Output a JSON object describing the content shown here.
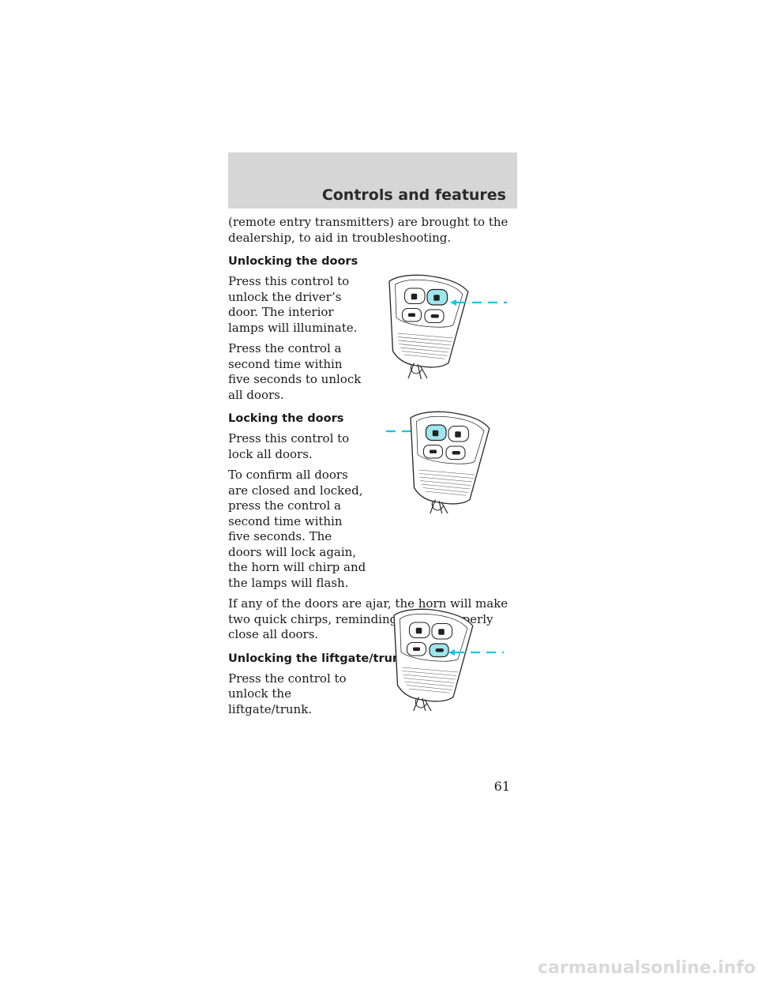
{
  "header": {
    "title": "Controls and features"
  },
  "intro": "(remote entry transmitters) are brought to the dealership, to aid in troubleshooting.",
  "sections": [
    {
      "heading": "Unlocking the doors",
      "paragraphs": [
        "Press this control to unlock the driver’s door. The interior lamps will illuminate.",
        "Press the control a second time within five seconds to unlock all doors."
      ]
    },
    {
      "heading": "Locking the doors",
      "paragraphs": [
        "Press this control to lock all doors.",
        "To confirm all doors are closed and locked, press the control a second time within five seconds. The doors will lock again, the horn will chirp and the lamps will flash.",
        "If any of the doors are ajar, the horn will make two quick chirps, reminding you to properly close all doors."
      ]
    },
    {
      "heading": "Unlocking the liftgate/trunk",
      "paragraphs": [
        "Press the control to unlock the liftgate/trunk."
      ]
    }
  ],
  "page_number": "61",
  "watermark": "carmanualsonline.info",
  "colors": {
    "highlight": "#9ee6ee",
    "pointer": "#11c8de",
    "header_band": "#d6d6d6"
  },
  "figures": [
    {
      "highlighted_button": "unlock"
    },
    {
      "highlighted_button": "lock"
    },
    {
      "highlighted_button": "trunk"
    }
  ]
}
